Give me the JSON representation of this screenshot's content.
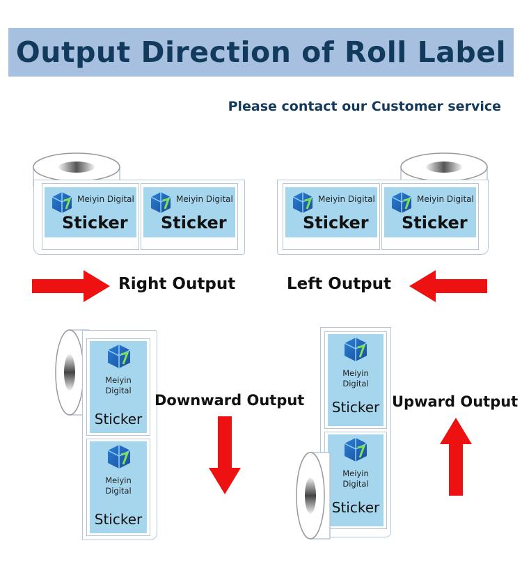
{
  "header": {
    "title": "Output Direction of Roll Label",
    "subtitle": "Please contact our Customer service"
  },
  "label": {
    "brand": "Meiyin Digital",
    "brand_line1": "Meiyin",
    "brand_line2": "Digital",
    "product": "Sticker"
  },
  "outputs": {
    "right": "Right Output",
    "left": "Left Output",
    "downward": "Downward Output",
    "upward": "Upward Output"
  },
  "colors": {
    "title_bar": "#a8c0e0",
    "title_text": "#123a5c",
    "label_fill": "#a6d6ee",
    "arrow": "#ee1111"
  },
  "icons": [
    "roll-icon",
    "logo-cube-icon",
    "arrow-right-icon",
    "arrow-left-icon",
    "arrow-down-icon",
    "arrow-up-icon"
  ]
}
